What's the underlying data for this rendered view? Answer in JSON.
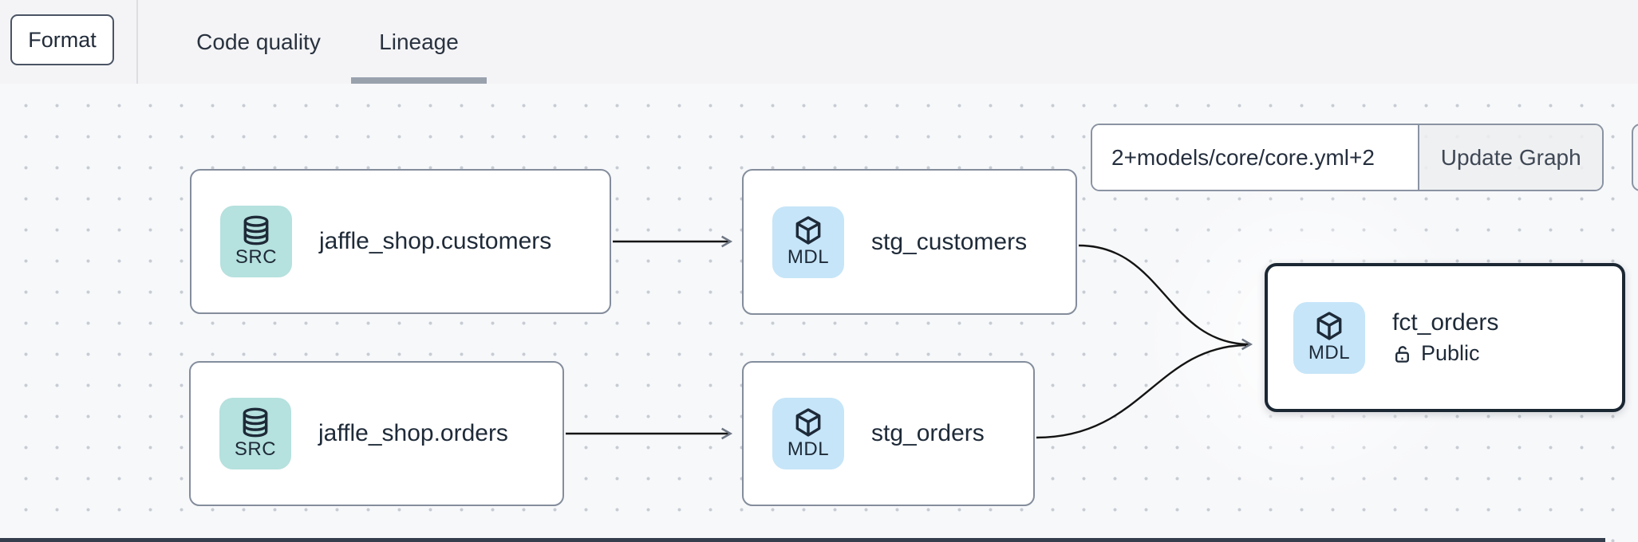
{
  "toolbar": {
    "format_label": "Format",
    "tabs": [
      {
        "label": "Code quality",
        "active": false
      },
      {
        "label": "Lineage",
        "active": true
      }
    ]
  },
  "controls": {
    "selector_value": "2+models/core/core.yml+2",
    "update_button_label": "Update Graph"
  },
  "nodes": [
    {
      "id": "jaffle_shop.customers",
      "label": "jaffle_shop.customers",
      "type_label": "SRC",
      "kind": "source",
      "selected": false
    },
    {
      "id": "stg_customers",
      "label": "stg_customers",
      "type_label": "MDL",
      "kind": "model",
      "selected": false
    },
    {
      "id": "jaffle_shop.orders",
      "label": "jaffle_shop.orders",
      "type_label": "SRC",
      "kind": "source",
      "selected": false
    },
    {
      "id": "stg_orders",
      "label": "stg_orders",
      "type_label": "MDL",
      "kind": "model",
      "selected": false
    },
    {
      "id": "fct_orders",
      "label": "fct_orders",
      "type_label": "MDL",
      "kind": "model",
      "selected": true,
      "access_badge": "Public"
    }
  ],
  "edges": [
    {
      "from": "jaffle_shop.customers",
      "to": "stg_customers"
    },
    {
      "from": "jaffle_shop.orders",
      "to": "stg_orders"
    },
    {
      "from": "stg_customers",
      "to": "fct_orders"
    },
    {
      "from": "stg_orders",
      "to": "fct_orders"
    }
  ],
  "colors": {
    "source_icon_bg": "#b5e1de",
    "model_icon_bg": "#c6e5f8",
    "node_border": "#848d9c",
    "selected_border": "#1b2733",
    "text": "#1e2a38",
    "tab_underline": "#99a1ad",
    "edge": "#141414",
    "topbar_bg": "#f4f4f6",
    "canvas_bg": "#f7f8fa"
  }
}
